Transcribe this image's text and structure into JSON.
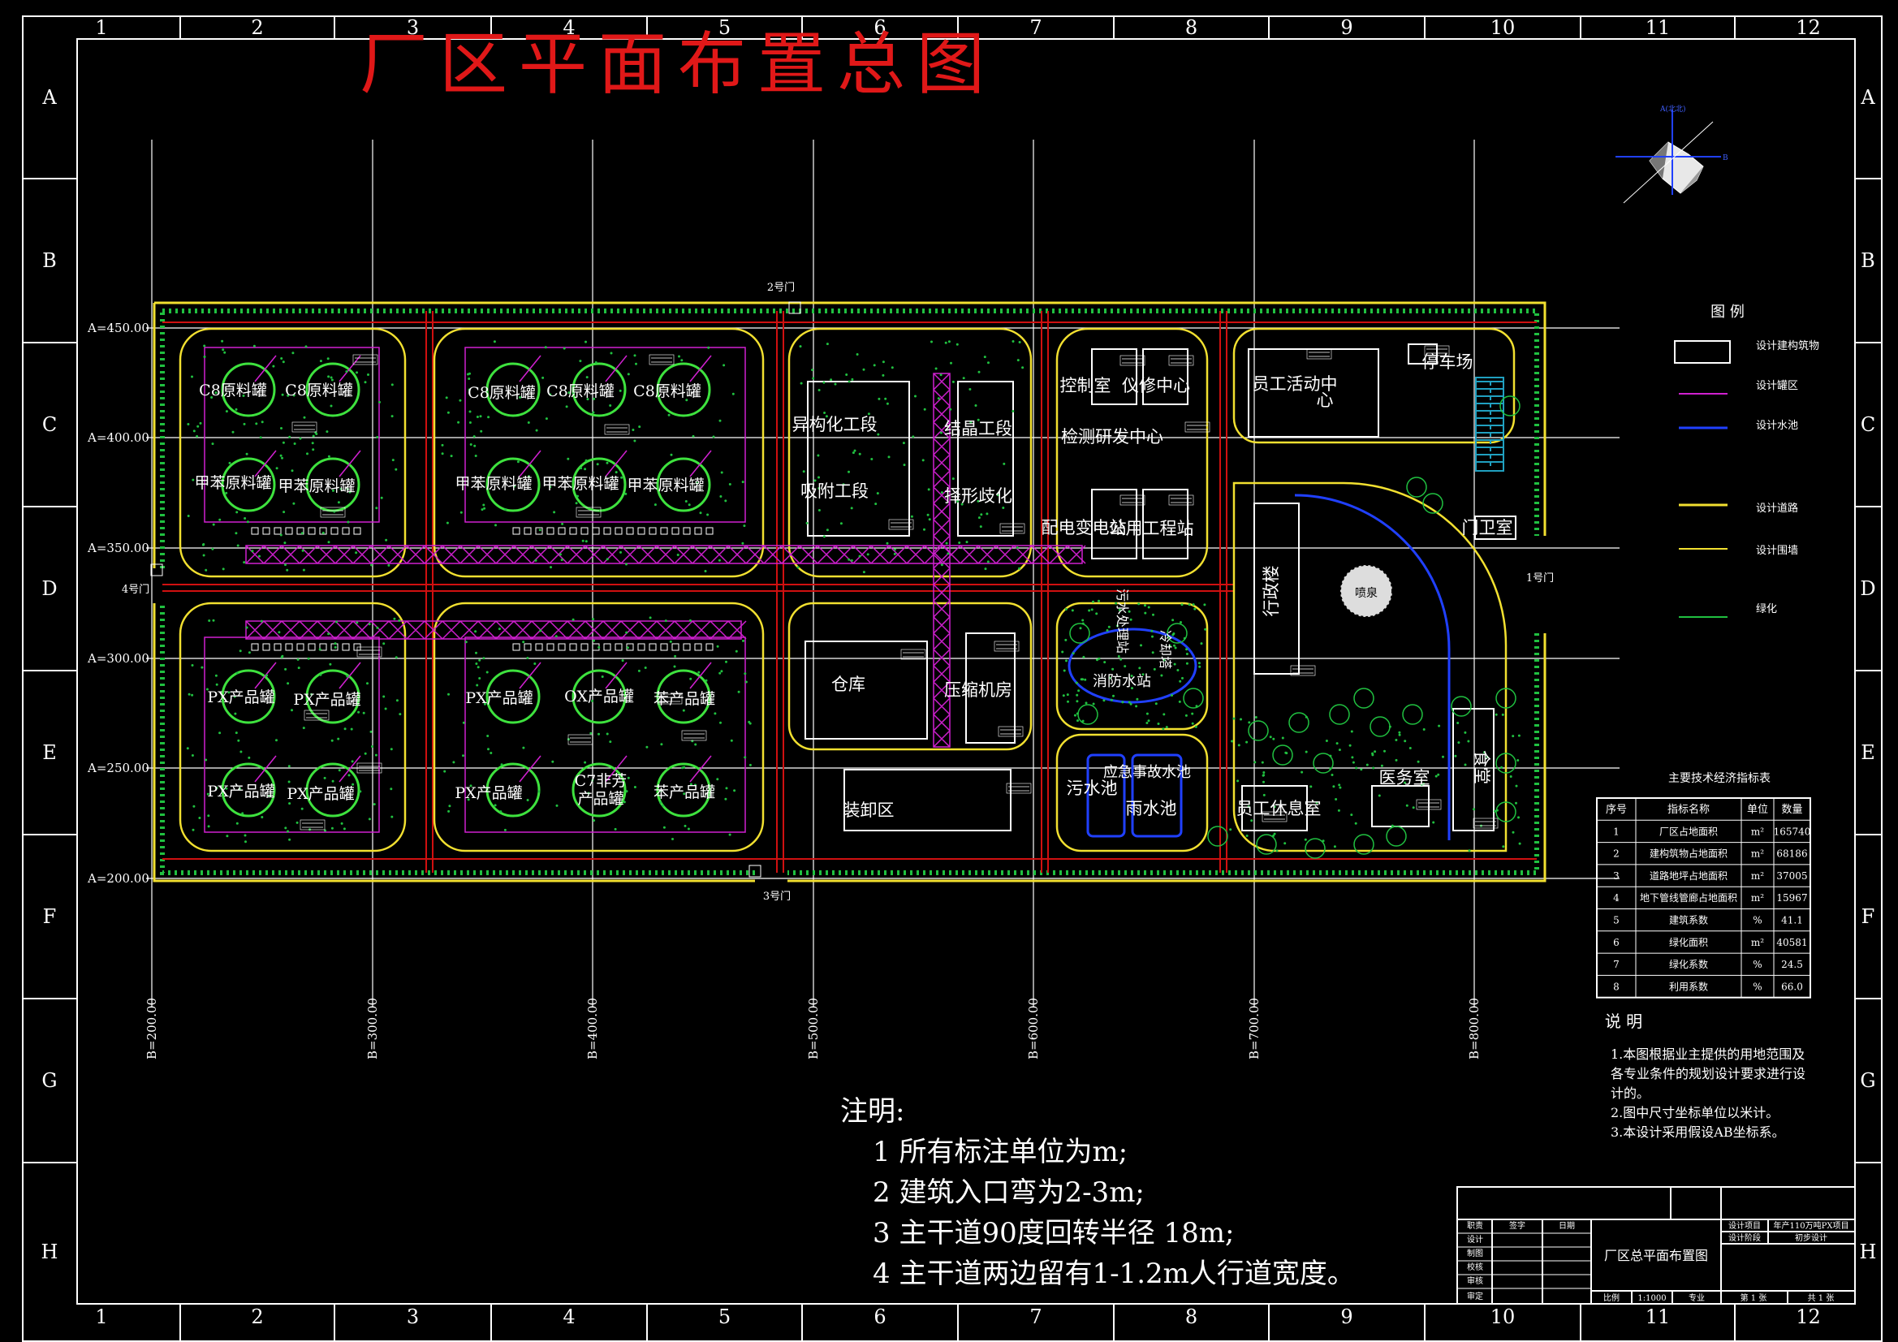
{
  "title": "厂区平面布置总图",
  "colors": {
    "bg": "#000000",
    "frame": "#ffffff",
    "title": "#e01818",
    "road": "#f2e030",
    "wall": "#f2e030",
    "pipe": "#d020d0",
    "water": "#2040ff",
    "green": "#20c040",
    "tank": "#3ee23e",
    "grid": "#ffffff",
    "redline": "#d01010"
  },
  "frame": {
    "cols": [
      "1",
      "2",
      "3",
      "4",
      "5",
      "6",
      "7",
      "8",
      "9",
      "10",
      "11",
      "12"
    ],
    "rows": [
      "A",
      "B",
      "C",
      "D",
      "E",
      "F",
      "G",
      "H"
    ]
  },
  "coords": {
    "a_labels": [
      "A=450.00",
      "A=400.00",
      "A=350.00",
      "A=300.00",
      "A=250.00",
      "A=200.00"
    ],
    "b_labels": [
      "B=200.00",
      "B=300.00",
      "B=400.00",
      "B=500.00",
      "B=600.00",
      "B=700.00",
      "B=800.00"
    ]
  },
  "gates": {
    "gate1": "1号门",
    "gate2": "2号门",
    "gate3": "3号门",
    "gate4": "4号门"
  },
  "tank_labels": {
    "c8_1": "C8原料罐",
    "c8_2": "C8原料罐",
    "c8_3": "C8原料罐",
    "c8_4": "C8原料罐",
    "c8_5": "C8原料罐",
    "tol_1": "甲苯原料罐",
    "tol_2": "甲苯原料罐",
    "tol_3": "甲苯原料罐",
    "tol_4": "甲苯原料罐",
    "tol_5": "甲苯原料罐",
    "px_1": "PX产品罐",
    "px_2": "PX产品罐",
    "px_3": "PX产品罐",
    "px_4": "PX产品罐",
    "px_5": "PX产品罐",
    "px_6": "PX产品罐",
    "ox": "OX产品罐",
    "bz_1": "苯产品罐",
    "bz_2": "苯产品罐",
    "c7_a": "C7非芳",
    "c7_b": "产品罐"
  },
  "buildings": {
    "isomerization": "异构化工段",
    "adsorption": "吸附工段",
    "crystallization": "结晶工段",
    "selective": "择形歧化",
    "warehouse": "仓库",
    "compressor": "压缩机房",
    "loading": "装卸区",
    "control_room": "控制室",
    "instrument": "仪修中心",
    "testing": "检测研发中心",
    "substation": "配电变电站",
    "utility": "公用工程站",
    "fire_water": "消防水站",
    "sewage_station": "污水处理站",
    "cooling": "冷却塔",
    "sewage_pool": "污水池",
    "accident_pool": "应急事故水池",
    "rain_pool": "雨水池",
    "staff_activity_a": "员工活动中",
    "staff_activity_b": "心",
    "parking": "停车场",
    "guard": "门卫室",
    "admin": "行政楼",
    "staff_rest": "员工休息室",
    "clinic": "医务室",
    "canteen": "食堂",
    "plaza": "喷泉"
  },
  "legend": {
    "title": "图 例",
    "items": [
      "设计建构筑物",
      "设计罐区",
      "设计水池",
      "设计道路",
      "设计围墙",
      "绿化"
    ]
  },
  "indicators": {
    "title": "主要技术经济指标表",
    "headers": [
      "序号",
      "指标名称",
      "单位",
      "数量"
    ],
    "rows": [
      [
        "1",
        "厂区占地面积",
        "m²",
        "165740"
      ],
      [
        "2",
        "建构筑物占地面积",
        "m²",
        "68186"
      ],
      [
        "3",
        "道路地坪占地面积",
        "m²",
        "37005"
      ],
      [
        "4",
        "地下管线管廊占地面积",
        "m²",
        "15967"
      ],
      [
        "5",
        "建筑系数",
        "%",
        "41.1"
      ],
      [
        "6",
        "绿化面积",
        "m²",
        "40581"
      ],
      [
        "7",
        "绿化系数",
        "%",
        "24.5"
      ],
      [
        "8",
        "利用系数",
        "%",
        "66.0"
      ]
    ]
  },
  "explanation": {
    "title": "说 明",
    "lines": [
      "1.本图根据业主提供的用地范围及",
      "各专业条件的规划设计要求进行设",
      "计的。",
      "2.图中尺寸坐标单位以米计。",
      "3.本设计采用假设AB坐标系。"
    ]
  },
  "notes": {
    "title": "注明:",
    "lines": [
      "1 所有标注单位为m;",
      "2 建筑入口弯为2-3m;",
      "3 主干道90度回转半径 18m;",
      "4 主干道两边留有1-1.2m人行道宽度。"
    ]
  },
  "titleblock": {
    "drawing_name": "厂区总平面布置图",
    "c_role": "职责",
    "c_sign": "签字",
    "c_date": "日期",
    "roles": [
      "设计",
      "制图",
      "校核",
      "审核",
      "审定"
    ],
    "project_label": "设计项目",
    "project_value": "年产110万吨PX项目",
    "stage_label": "设计阶段",
    "stage_value": "初步设计",
    "scale_label": "比例",
    "scale_value": "1:1000",
    "major_label": "专业",
    "sheet": "第 1 张",
    "total": "共 1 张"
  },
  "compass": {
    "north": "A(北北)",
    "east": "B"
  }
}
